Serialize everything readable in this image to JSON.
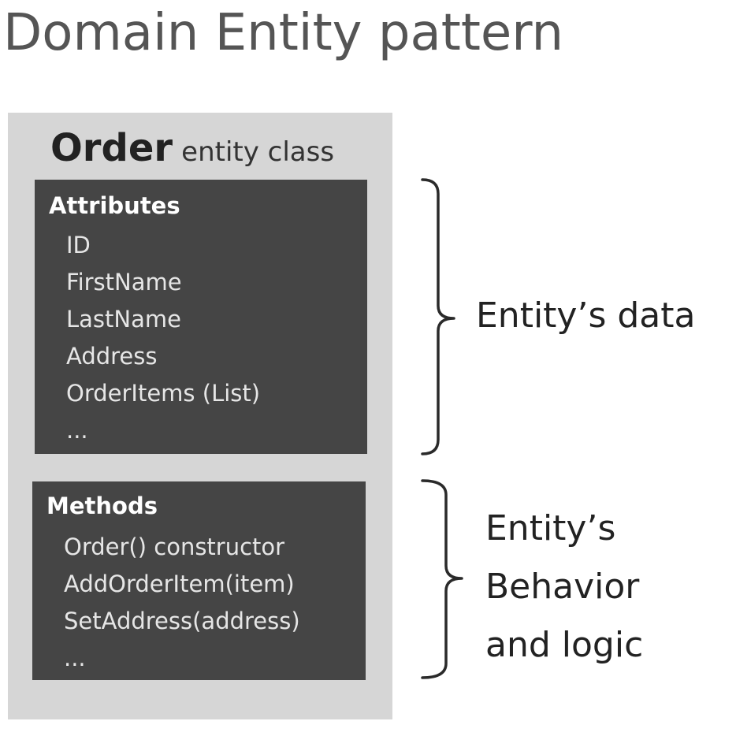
{
  "title": "Domain Entity pattern",
  "entity": {
    "name": "Order",
    "suffix": "entity class"
  },
  "attributes": {
    "heading": "Attributes",
    "items": [
      "ID",
      "FirstName",
      "LastName",
      "Address",
      "OrderItems (List)",
      "..."
    ]
  },
  "methods": {
    "heading": "Methods",
    "items": [
      "Order() constructor",
      "AddOrderItem(item)",
      "SetAddress(address)",
      "..."
    ]
  },
  "annotations": {
    "data_label": "Entity’s data",
    "behavior_label_lines": [
      "Entity’s",
      "Behavior",
      "and logic"
    ]
  },
  "colors": {
    "frame": "#d6d6d6",
    "panel": "#454545",
    "panel_text": "#e6e6e6",
    "title_text": "#555555"
  }
}
